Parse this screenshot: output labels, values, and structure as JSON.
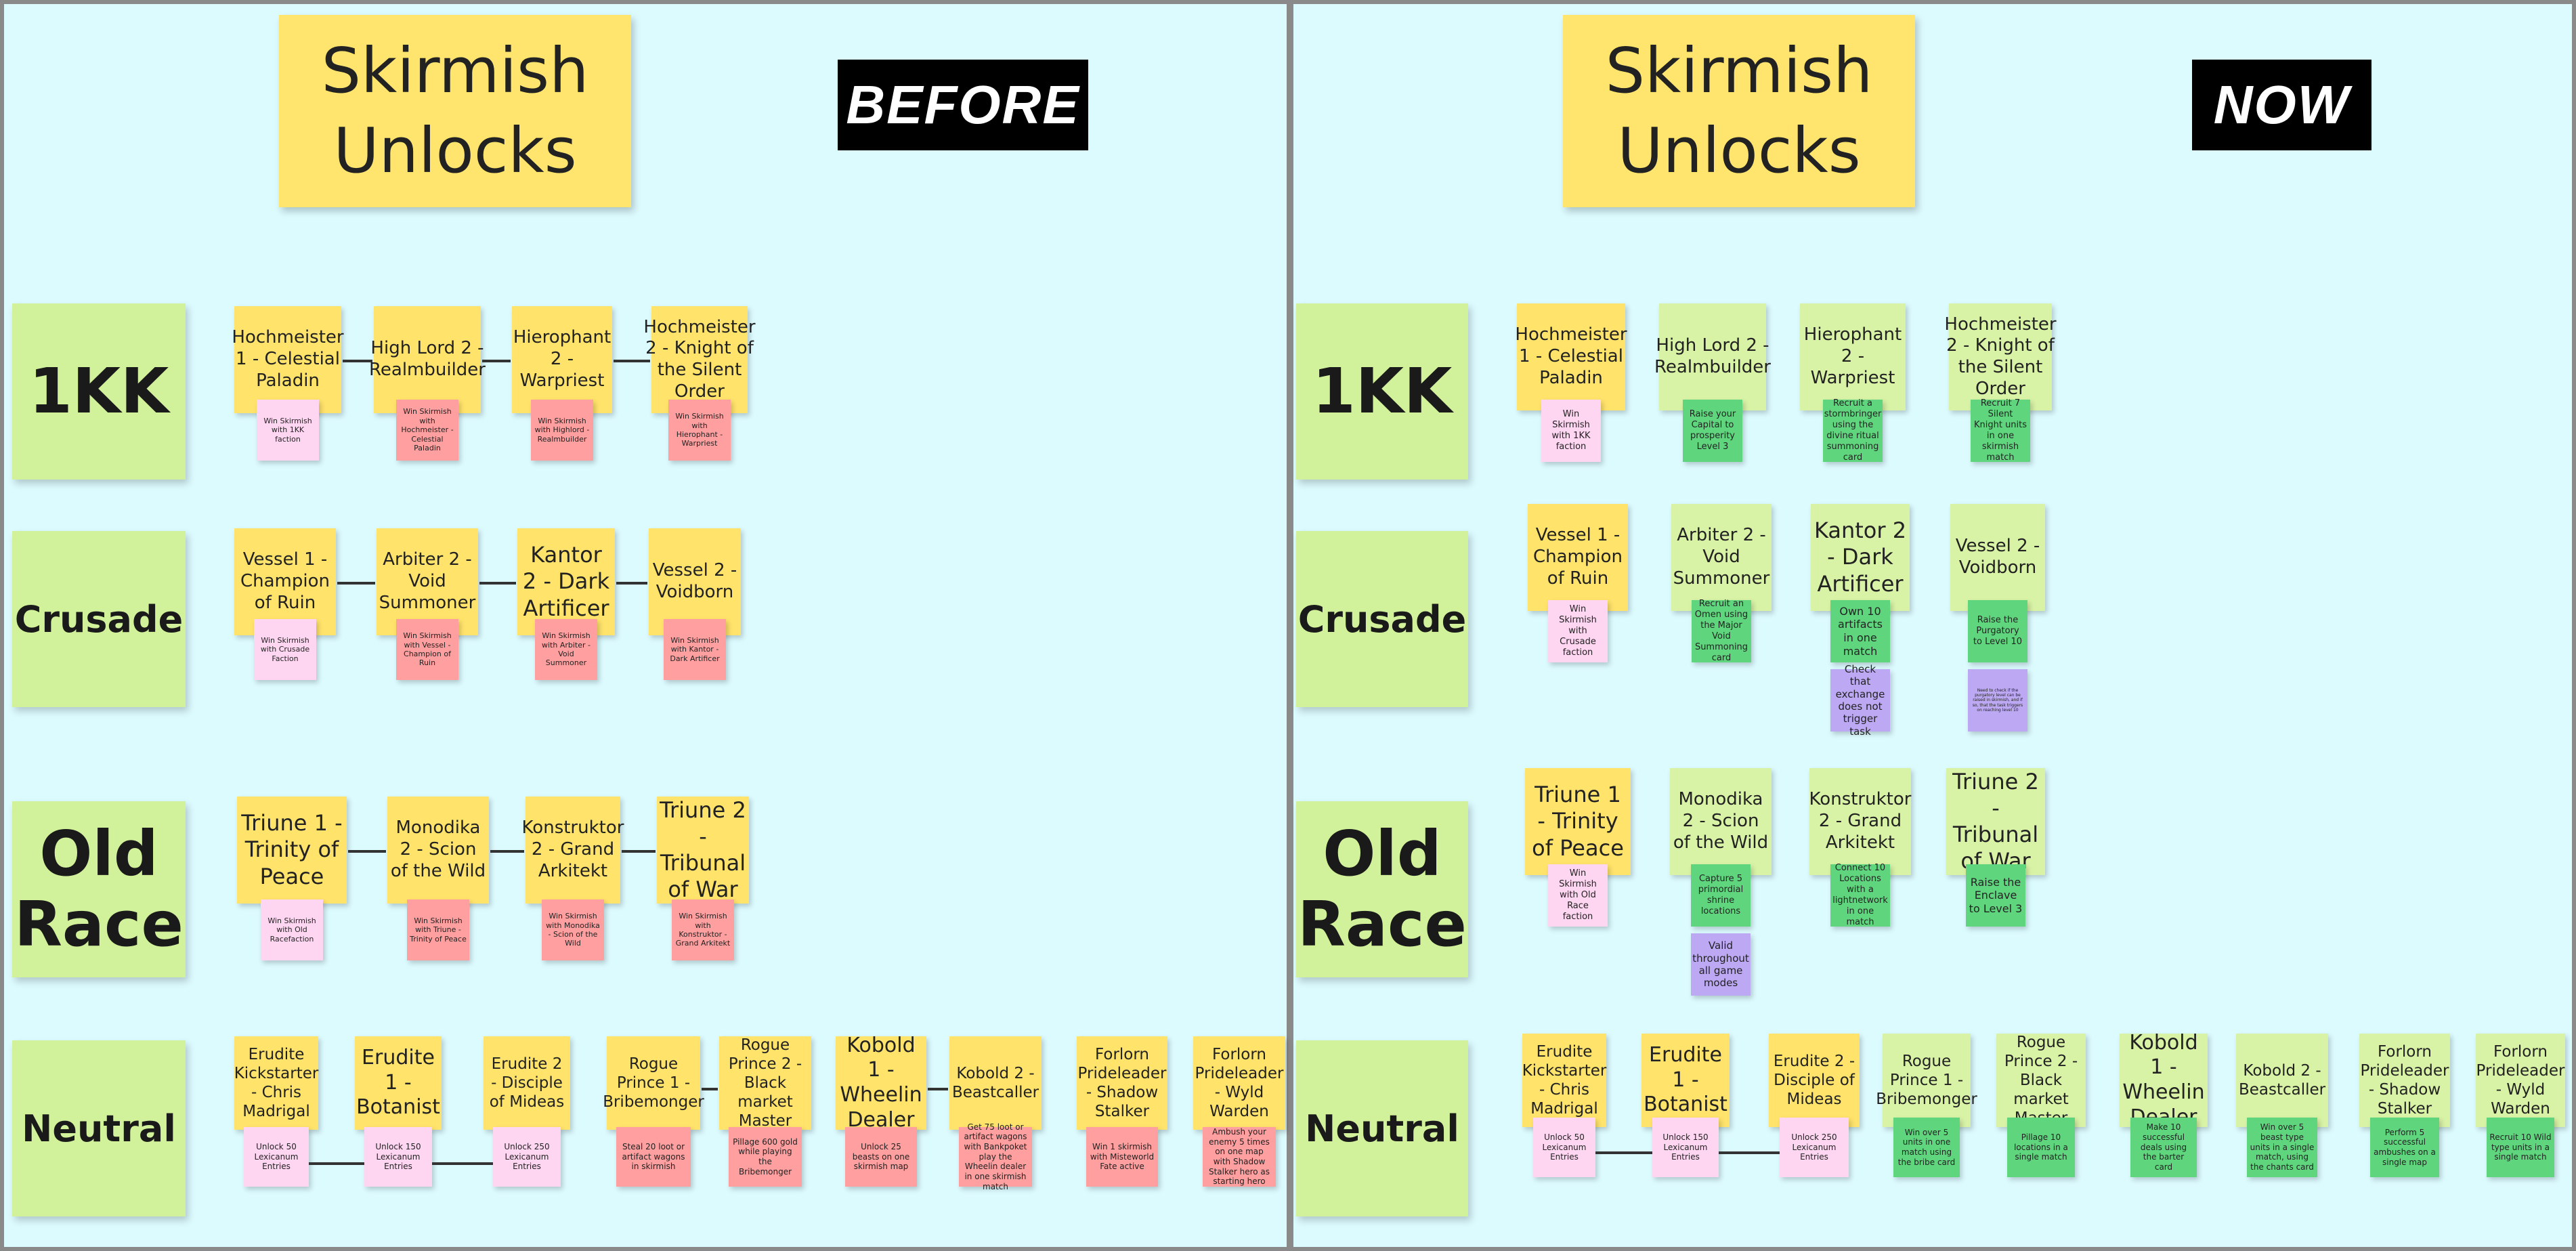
{
  "title": "Skirmish\nUnlocks",
  "before_label": "BEFORE",
  "now_label": "NOW",
  "categories": {
    "1kk": "1KK",
    "crusade": "Crusade",
    "oldrace": "Old\nRace",
    "neutral": "Neutral"
  },
  "heroes": {
    "k1": "Hochmeister 1 - Celestial Paladin",
    "k2": "High Lord 2 - Realmbuilder",
    "k3": "Hierophant 2 - Warpriest",
    "k4": "Hochmeister 2 - Knight of the Silent Order",
    "c1": "Vessel 1 - Champion of Ruin",
    "c2": "Arbiter 2 - Void Summoner",
    "c3": "Kantor 2 - Dark Artificer",
    "c4": "Vessel 2 - Voidborn",
    "o1": "Triune 1 - Trinity of Peace",
    "o2": "Monodika 2 - Scion of the Wild",
    "o3": "Konstruktor 2 - Grand Arkitekt",
    "o4": "Triune 2 - Tribunal of War",
    "n1": "Erudite Kickstarter - Chris Madrigal",
    "n2": "Erudite 1 - Botanist",
    "n3": "Erudite 2 - Disciple of Mideas",
    "n4": "Rogue Prince 1 - Bribemonger",
    "n5": "Rogue Prince 2 - Black market Master",
    "n6": "Kobold 1 - Wheelin Dealer",
    "n7": "Kobold 2 - Beastcaller",
    "n8": "Forlorn Prideleader - Shadow Stalker",
    "n9": "Forlorn Prideleader - Wyld Warden"
  },
  "before_req": {
    "k1": "Win Skirmish with 1KK faction",
    "k2": "Win Skirmish with Hochmeister - Celestial Paladin",
    "k3": "Win Skirmish with Highlord - Realmbuilder",
    "k4": "Win Skirmish with Hierophant - Warpriest",
    "c1": "Win Skirmish with Crusade Faction",
    "c2": "Win Skirmish with Vessel - Champion of Ruin",
    "c3": "Win Skirmish with Arbiter - Void Summoner",
    "c4": "Win Skirmish with Kantor - Dark Artificer",
    "o1": "Win Skirmish with Old Racefaction",
    "o2": "Win Skirmish with Triune - Trinity of Peace",
    "o3": "Win Skirmish with Monodika - Scion of the Wild",
    "o4": "Win Skirmish with Konstruktor - Grand Arkitekt",
    "n1": "Unlock 50 Lexicanum Entries",
    "n2": "Unlock 150 Lexicanum Entries",
    "n3": "Unlock 250 Lexicanum Entries",
    "n4": "Steal 20 loot or artifact wagons in skirmish",
    "n5": "Pillage 600 gold while playing the Bribemonger",
    "n6": "Unlock 25 beasts on one skirmish map",
    "n7": "Get 75 loot or artifact wagons with Bankpoket play the Wheelin dealer in one skirmish match",
    "n8": "Win 1 skirmish with Misteworld Fate active",
    "n9": "Ambush your enemy 5 times on one map with Shadow Stalker hero as starting hero"
  },
  "now_req": {
    "k1": "Win Skirmish with 1KK faction",
    "k2": "Raise your Capital to prosperity Level 3",
    "k3": "Recruit a stormbringer using the divine ritual summoning card",
    "k4": "Recruit 7 Silent Knight units in one skirmish match",
    "c1": "Win Skirmish with Crusade faction",
    "c2": "Recruit an Omen using the Major Void Summoning card",
    "c3": "Own 10 artifacts in one match",
    "c4": "Raise the Purgatory to Level 10",
    "o1": "Win Skirmish with Old Race faction",
    "o2": "Capture 5 primordial shrine locations",
    "o3": "Connect 10 Locations with a lightnetwork in one match",
    "o4": "Raise the Enclave to Level 3",
    "n1": "Unlock 50 Lexicanum Entries",
    "n2": "Unlock 150 Lexicanum Entries",
    "n3": "Unlock 250 Lexicanum Entries",
    "n4": "Win over 5 units in one match using the bribe card",
    "n5": "Pillage 10 locations in a single match",
    "n6": "Make 10 successful deals using the barter card",
    "n7": "Win over 5 beast type units in a single match, using the chants card",
    "n8": "Perform 5 successful ambushes on a single map",
    "n9": "Recruit 10 Wild type units in a single match"
  },
  "now_notes": {
    "c3": "Check that exchange does not trigger task",
    "c4": "Need to check if the purgatory level can be raised in skirmish, and if so, that the task triggers on reaching level 10",
    "o2": "Valid throughout all game modes"
  }
}
